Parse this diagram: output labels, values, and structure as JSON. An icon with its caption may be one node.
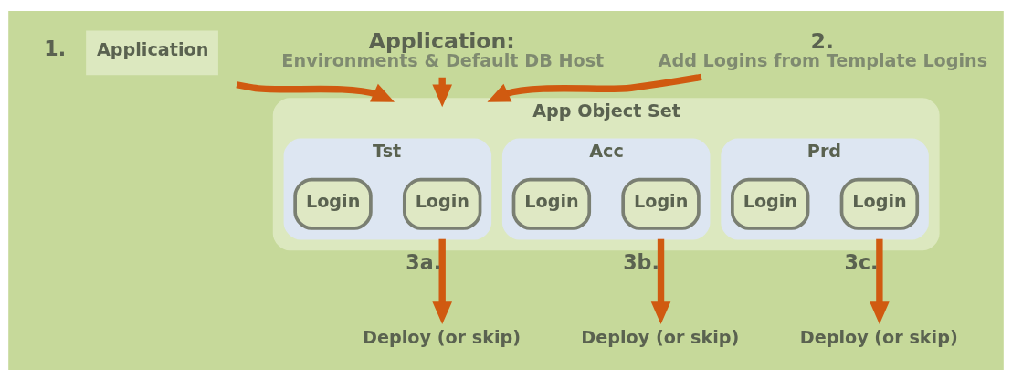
{
  "diagram": {
    "nodes": [
      {
        "text": [
          "Application"
        ],
        "beside": [
          "1."
        ]
      },
      {
        "text": [
          "App Object Set"
        ]
      },
      {
        "text": [
          "Tst"
        ],
        "in": 1
      },
      {
        "text": [
          "Login"
        ],
        "in": 2
      },
      {
        "text": [
          "Login"
        ],
        "in": 2
      },
      {
        "text": [
          "Acc"
        ],
        "in": 1
      },
      {
        "text": [
          "Login"
        ],
        "in": 5
      },
      {
        "text": [
          "Login"
        ],
        "in": 5
      },
      {
        "text": [
          "Prd"
        ],
        "in": 1
      },
      {
        "text": [
          "Login"
        ],
        "in": 8
      },
      {
        "text": [
          "Login"
        ],
        "in": 8
      },
      {
        "text": [
          "Application:",
          "Environments & Default DB Host"
        ]
      },
      {
        "text": [
          "2.",
          "Add Logins from Template Logins"
        ]
      },
      {
        "text": [
          "Deploy (or skip)"
        ]
      },
      {
        "text": [
          "Deploy (or skip)"
        ]
      },
      {
        "text": [
          "Deploy (or skip)"
        ]
      }
    ],
    "edges": [
      {
        "from": 0,
        "to": 1,
        "arrow": "to"
      },
      {
        "from": 11,
        "to": 1,
        "arrow": "to"
      },
      {
        "from": 12,
        "to": 1,
        "arrow": "to"
      },
      {
        "from": 2,
        "to": 13,
        "arrow": "to",
        "label": "3a."
      },
      {
        "from": 5,
        "to": 14,
        "arrow": "to",
        "label": "3b."
      },
      {
        "from": 8,
        "to": 15,
        "arrow": "to",
        "label": "3c."
      }
    ]
  }
}
